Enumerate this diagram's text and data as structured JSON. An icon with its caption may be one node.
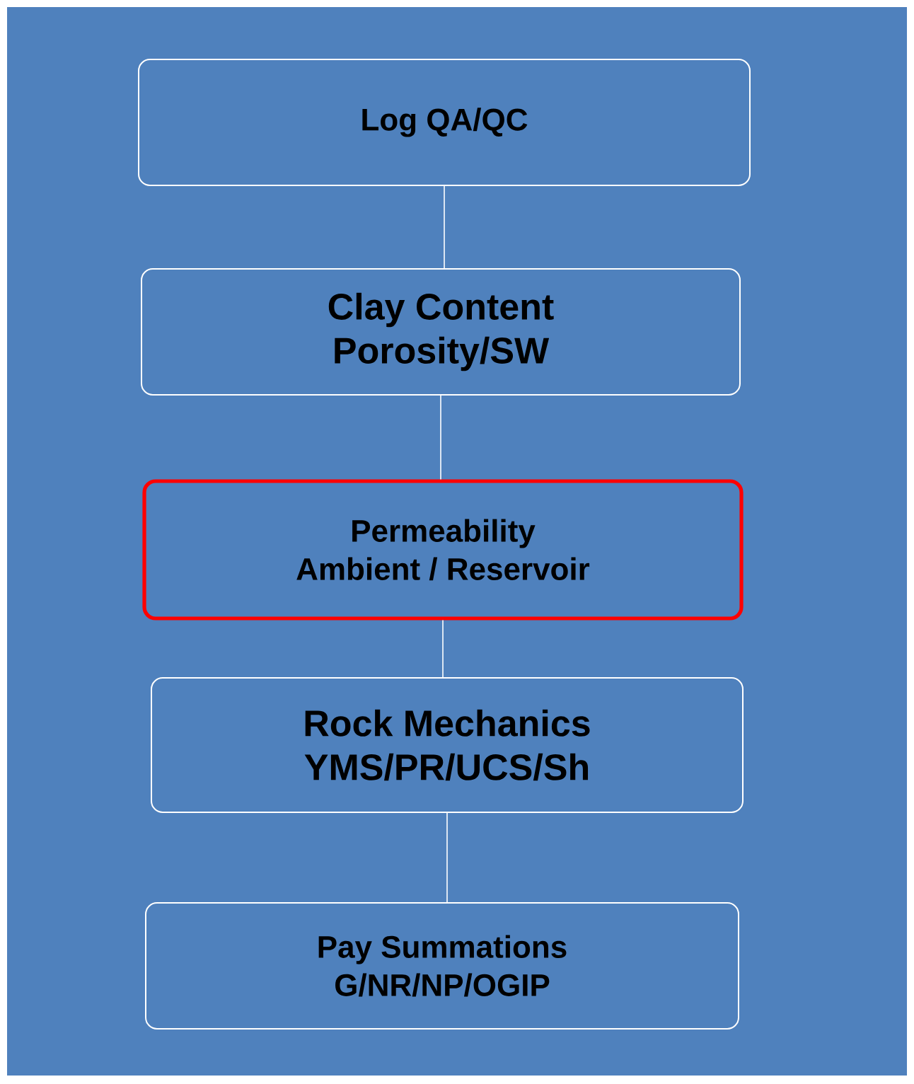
{
  "diagram": {
    "nodes": [
      {
        "text": [
          "Log QA/QC"
        ]
      },
      {
        "text": [
          "Clay Content",
          "Porosity/SW"
        ]
      },
      {
        "text": [
          "Permeability",
          "Ambient / Reservoir"
        ]
      },
      {
        "text": [
          "Rock Mechanics",
          "YMS/PR/UCS/Sh"
        ]
      },
      {
        "text": [
          "Pay Summations",
          "G/NR/NP/OGIP"
        ]
      }
    ],
    "edges": [
      {
        "from": 0,
        "to": 1,
        "arrow": "none"
      },
      {
        "from": 1,
        "to": 2,
        "arrow": "none"
      },
      {
        "from": 2,
        "to": 3,
        "arrow": "none"
      },
      {
        "from": 3,
        "to": 4,
        "arrow": "none"
      }
    ]
  }
}
